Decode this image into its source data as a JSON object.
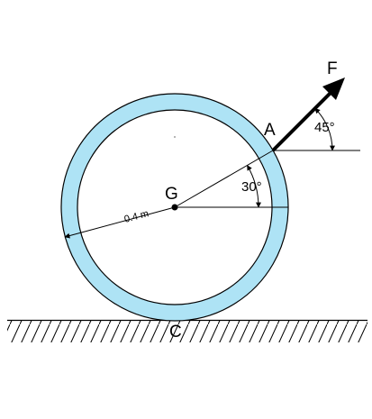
{
  "labels": {
    "force": "F",
    "point_a": "A",
    "point_g": "G",
    "point_c": "C",
    "angle_force": "45°",
    "angle_radius": "30°",
    "radius": "0.4 m"
  },
  "colors": {
    "ring_fill": "#aee3f5",
    "outline": "#000000",
    "background": "#ffffff"
  }
}
